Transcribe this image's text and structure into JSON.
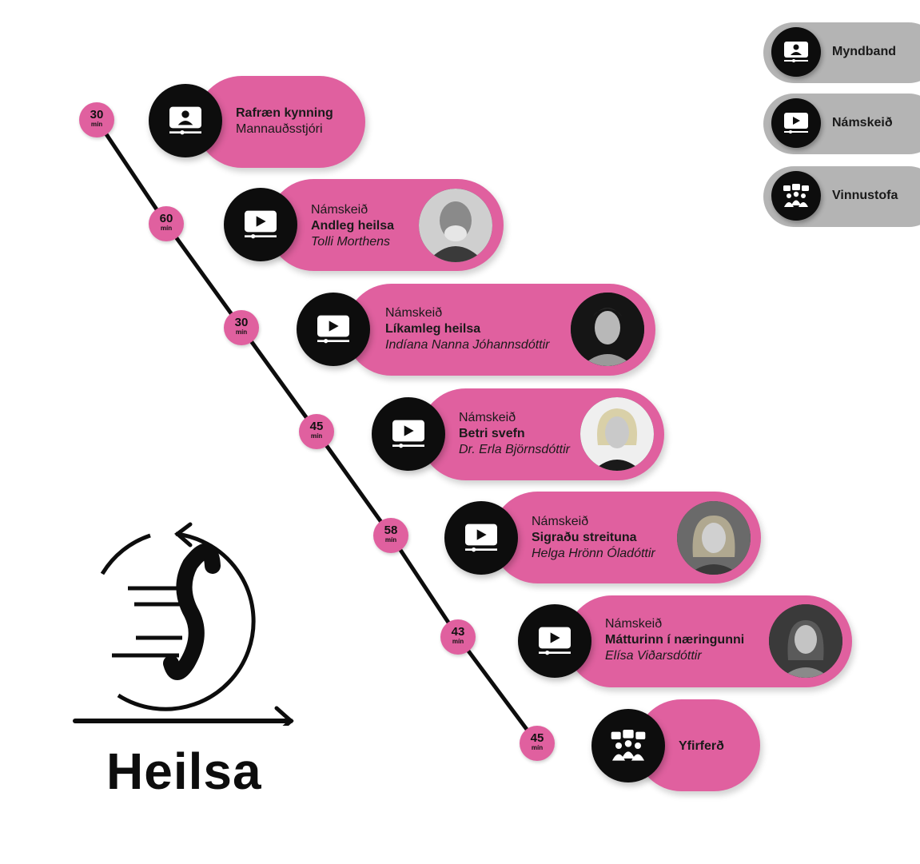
{
  "legend": [
    {
      "label": "Myndband",
      "icon": "video-presentation-icon"
    },
    {
      "label": "Námskeið",
      "icon": "play-course-icon"
    },
    {
      "label": "Vinnustofa",
      "icon": "workshop-group-icon"
    }
  ],
  "steps": [
    {
      "minutes": "30",
      "unit": "mín",
      "icon": "video-presentation-icon",
      "title": "Rafræn kynning",
      "subtitle": "Mannauðsstjóri"
    },
    {
      "minutes": "60",
      "unit": "mín",
      "icon": "play-course-icon",
      "type": "Námskeið",
      "title": "Andleg heilsa",
      "person": "Tolli Morthens"
    },
    {
      "minutes": "30",
      "unit": "mín",
      "icon": "play-course-icon",
      "type": "Námskeið",
      "title": "Líkamleg heilsa",
      "person": "Indíana Nanna Jóhannsdóttir"
    },
    {
      "minutes": "45",
      "unit": "mín",
      "icon": "play-course-icon",
      "type": "Námskeið",
      "title": "Betri svefn",
      "person": "Dr. Erla Björnsdóttir"
    },
    {
      "minutes": "58",
      "unit": "mín",
      "icon": "play-course-icon",
      "type": "Námskeið",
      "title": "Sigraðu streituna",
      "person": "Helga Hrönn Óladóttir"
    },
    {
      "minutes": "43",
      "unit": "mín",
      "icon": "play-course-icon",
      "type": "Námskeið",
      "title": "Mátturinn í næringunni",
      "person": "Elísa Viðarsdóttir"
    },
    {
      "minutes": "45",
      "unit": "mín",
      "icon": "workshop-group-icon",
      "title": "Yfirferð"
    }
  ],
  "heading": "Heilsa",
  "colors": {
    "accent": "#e0609f",
    "dark": "#0d0d0d",
    "legend_bg": "#b4b4b4"
  }
}
